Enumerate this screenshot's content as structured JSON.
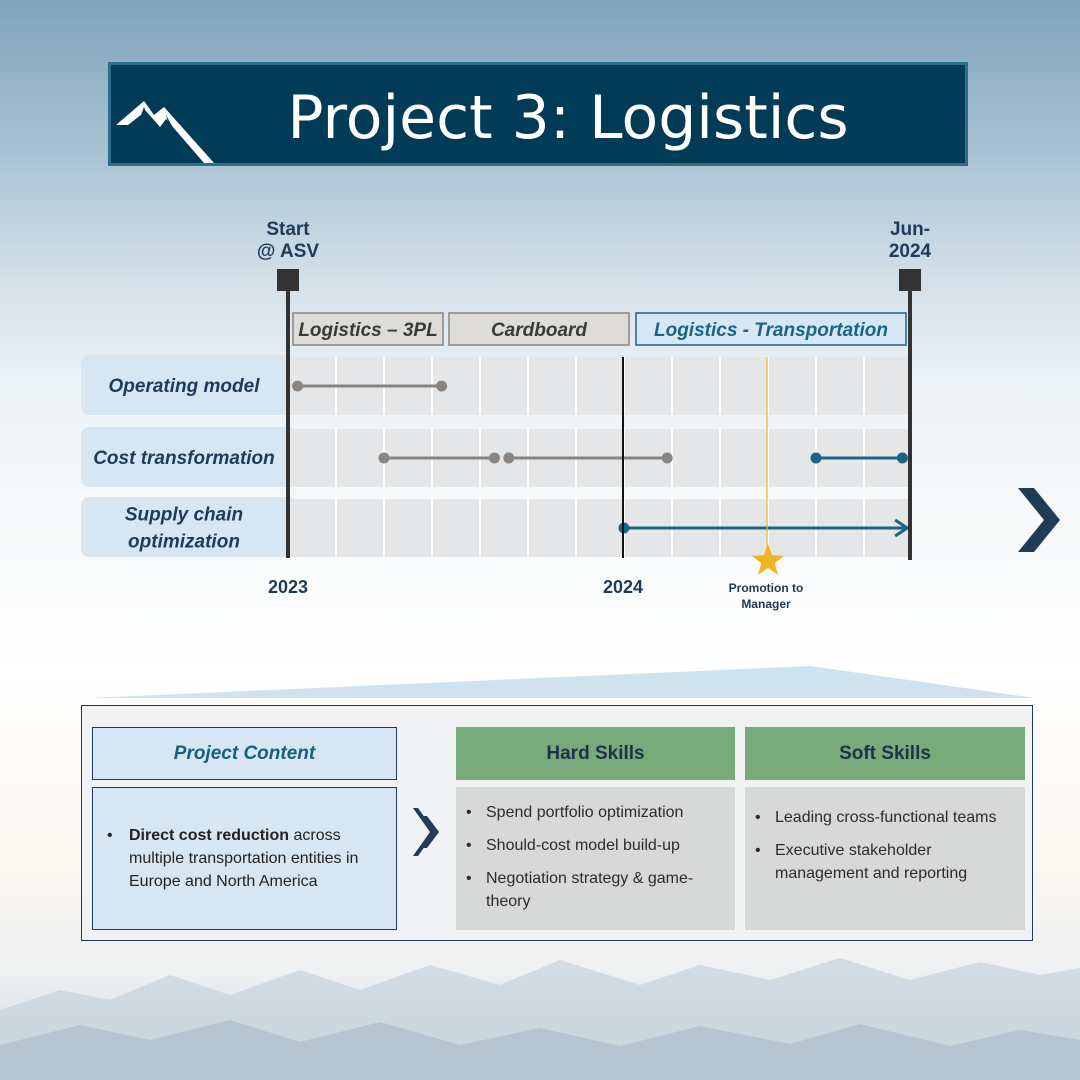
{
  "header": {
    "title": "Project 3: Logistics",
    "logo": "mountain-logo"
  },
  "timeline": {
    "markers": [
      {
        "label_lines": [
          "Start",
          "@ ASV"
        ]
      },
      {
        "label_lines": [
          "Jun-",
          "2024"
        ]
      }
    ],
    "phases": [
      {
        "label": "Logistics – 3PL",
        "style": "gray"
      },
      {
        "label": "Cardboard",
        "style": "gray"
      },
      {
        "label": "Logistics - Transportation",
        "style": "blue"
      }
    ],
    "rows": [
      {
        "label_lines": [
          "Operating model"
        ]
      },
      {
        "label_lines": [
          "Cost transformation"
        ]
      },
      {
        "label_lines": [
          "Supply chain",
          "optimization"
        ]
      }
    ],
    "year_labels": [
      "2023",
      "2024"
    ],
    "promotion": {
      "label_lines": [
        "Promotion to",
        "Manager"
      ],
      "icon": "star-icon"
    },
    "segments": [
      {
        "row": 0,
        "start_month": 0.2,
        "end_month": 3.2,
        "color": "gray",
        "arrow": false
      },
      {
        "row": 1,
        "start_month": 2.0,
        "end_month": 4.3,
        "color": "gray",
        "arrow": false
      },
      {
        "row": 1,
        "start_month": 4.6,
        "end_month": 7.9,
        "color": "gray",
        "arrow": false
      },
      {
        "row": 1,
        "start_month": 11.0,
        "end_month": 12.8,
        "color": "blue",
        "arrow": false
      },
      {
        "row": 2,
        "start_month": 7.0,
        "end_month": 12.9,
        "color": "blue",
        "arrow": true
      }
    ],
    "promotion_month": 10.0,
    "colors": {
      "gray": "#8a8580",
      "blue": "#1a6487",
      "gold": "#f0b323",
      "navy": "#1f3b57"
    }
  },
  "project_content": {
    "header": "Project Content",
    "bullet_bold": "Direct cost reduction",
    "bullet_rest": " across multiple transportation entities in Europe and North America"
  },
  "hard_skills": {
    "header": "Hard Skills",
    "items": [
      "Spend portfolio optimization",
      "Should-cost model build-up",
      "Negotiation strategy & game-theory"
    ]
  },
  "soft_skills": {
    "header": "Soft Skills",
    "items": [
      "Leading cross-functional teams",
      "Executive stakeholder management  and reporting"
    ]
  },
  "icons": {
    "next": "chevron-right-icon",
    "flow": "double-chevron-right-icon"
  }
}
